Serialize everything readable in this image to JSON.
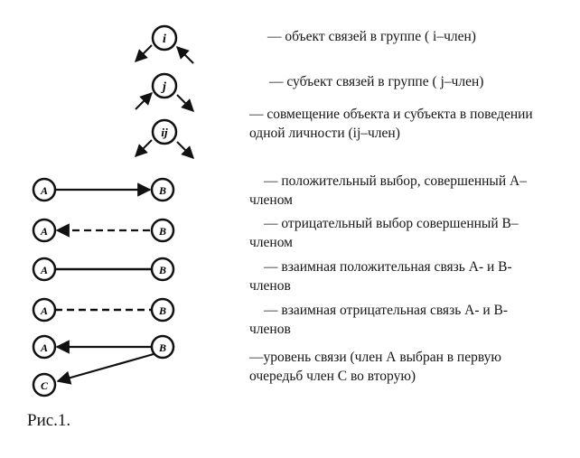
{
  "legend": [
    {
      "text": "— объект связей в группе ( i–член)"
    },
    {
      "text": "— субъект связей в группе ( j–член)"
    },
    {
      "text": "— совмещение объекта и субъекта в поведении одной личности (ij–член)"
    },
    {
      "text": "— положительный выбор, совершенный А–членом"
    },
    {
      "text": "— отрицательный выбор совершенный В–членом"
    },
    {
      "text": "— взаимная положительная связь А- и В- членов"
    },
    {
      "text": "— взаимная отрицательная связь А- и В- членов"
    },
    {
      "text": "—уровень связи (член А выбран в первую очередьб член С во вторую)"
    }
  ],
  "nodes": {
    "i": "i",
    "j": "j",
    "ij": "ij",
    "A": "A",
    "B": "B",
    "C": "C"
  },
  "caption": "Рис.1."
}
